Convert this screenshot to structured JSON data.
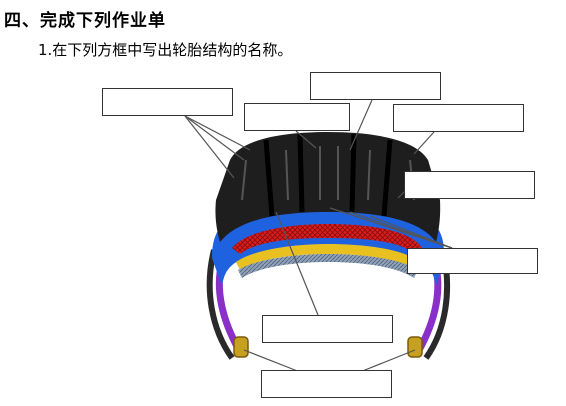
{
  "worksheet": {
    "section_title": "四、完成下列作业单",
    "instruction": "1.在下列方框中写出轮胎结构的名称。"
  },
  "colors": {
    "tread": "#1e1e1e",
    "tread_groove": "#000000",
    "carcass_blue": "#1f62e0",
    "belt_red": "#d81e1e",
    "belt_steel": "#7a8aa0",
    "ply_yellow": "#e8c020",
    "sidewall_purple": "#8b2fc9",
    "bead_gold": "#c8a020",
    "leader_line": "#555555"
  },
  "answer_boxes": [
    {
      "id": "box-top-center",
      "value": ""
    },
    {
      "id": "box-upper-left",
      "value": ""
    },
    {
      "id": "box-upper-mid",
      "value": ""
    },
    {
      "id": "box-upper-right",
      "value": ""
    },
    {
      "id": "box-right-middle",
      "value": ""
    },
    {
      "id": "box-right-lower",
      "value": ""
    },
    {
      "id": "box-center-lower",
      "value": ""
    },
    {
      "id": "box-bottom",
      "value": ""
    }
  ]
}
